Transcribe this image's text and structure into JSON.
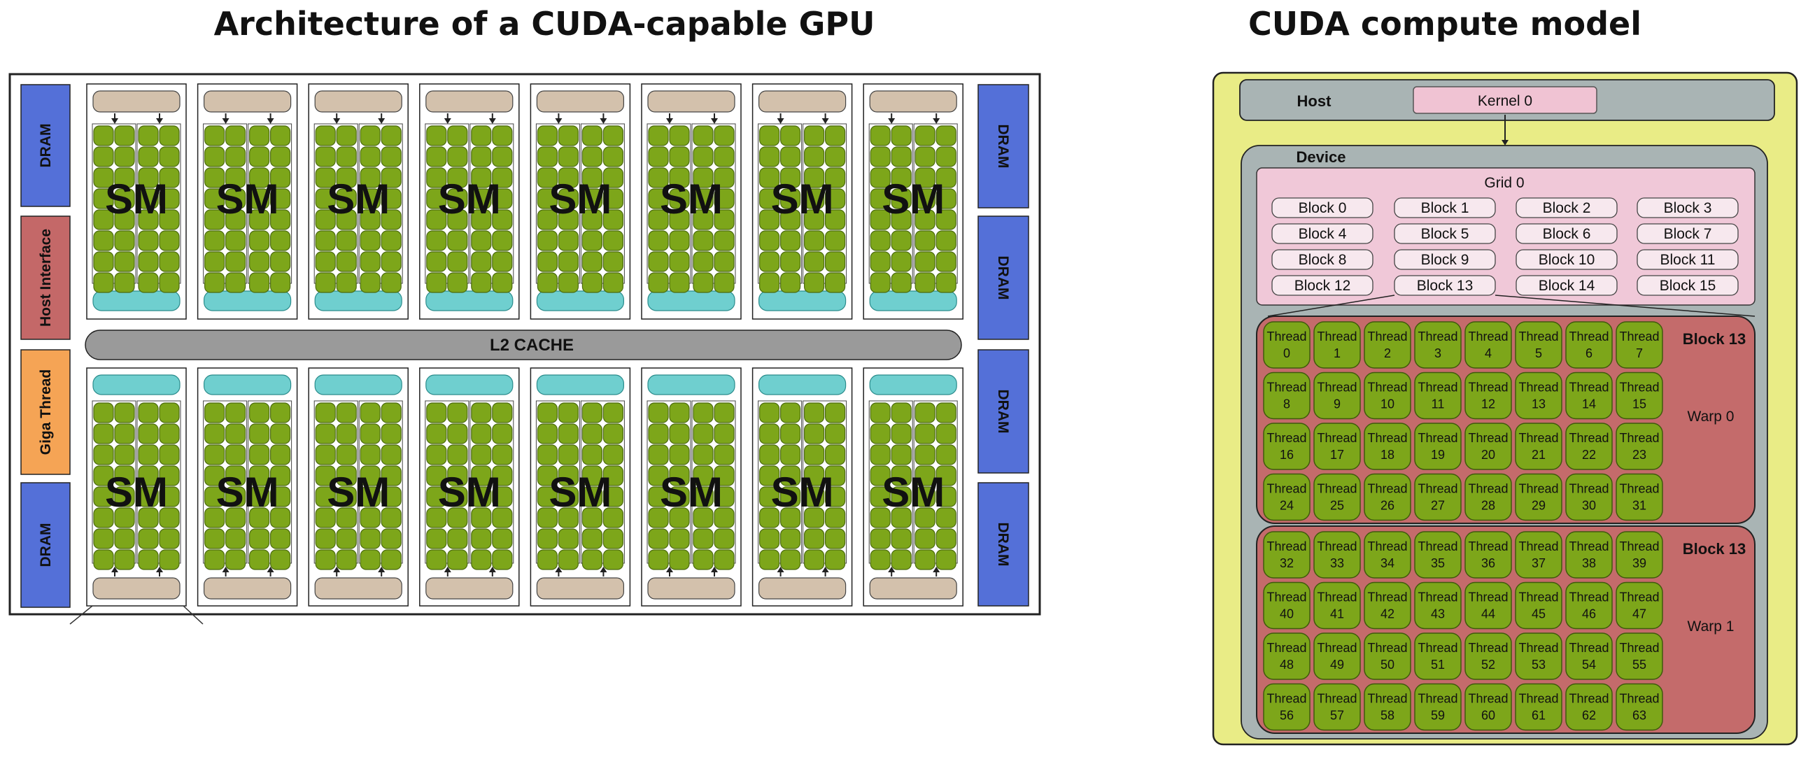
{
  "titles": {
    "gpu": "Architecture of a CUDA-capable GPU",
    "model": "CUDA compute model"
  },
  "gpu": {
    "sm_label": "SM",
    "sm_columns": 8,
    "l2_cache": "L2 CACHE",
    "left_side": [
      "DRAM",
      "Host Interface",
      "Giga Thread",
      "DRAM"
    ],
    "right_side": [
      "DRAM",
      "DRAM",
      "DRAM",
      "DRAM"
    ],
    "colors": {
      "dram": "#5470d8",
      "host_interface": "#c46868",
      "giga_thread": "#f5a455",
      "core": "#7da61a",
      "core_border": "#4b6a0f",
      "cache_bar": "#6fcfcf",
      "scheduler": "#d3c1ac",
      "l2": "#9a9a9a"
    }
  },
  "model": {
    "host": "Host",
    "kernel": "Kernel 0",
    "device": "Device",
    "grid": "Grid 0",
    "blocks": [
      "Block 0",
      "Block 1",
      "Block 2",
      "Block 3",
      "Block 4",
      "Block 5",
      "Block 6",
      "Block 7",
      "Block 8",
      "Block 9",
      "Block 10",
      "Block 11",
      "Block 12",
      "Block 13",
      "Block 14",
      "Block 15"
    ],
    "thread_word": "Thread",
    "warps": [
      {
        "block": "Block 13",
        "warp": "Warp 0",
        "threads": [
          0,
          1,
          2,
          3,
          4,
          5,
          6,
          7,
          8,
          9,
          10,
          11,
          12,
          13,
          14,
          15,
          16,
          17,
          18,
          19,
          20,
          21,
          22,
          23,
          24,
          25,
          26,
          27,
          28,
          29,
          30,
          31
        ]
      },
      {
        "block": "Block 13",
        "warp": "Warp 1",
        "threads": [
          32,
          33,
          34,
          35,
          36,
          37,
          38,
          39,
          40,
          41,
          42,
          43,
          44,
          45,
          46,
          47,
          48,
          49,
          50,
          51,
          52,
          53,
          54,
          55,
          56,
          57,
          58,
          59,
          60,
          61,
          62,
          63
        ]
      }
    ],
    "colors": {
      "outer": "#e9ec86",
      "host": "#a9b4b4",
      "kernel": "#f0c3d3",
      "device": "#a9b4b4",
      "grid": "#f0c8d8",
      "warp": "#c46b6b",
      "thread": "#7da61a"
    }
  }
}
